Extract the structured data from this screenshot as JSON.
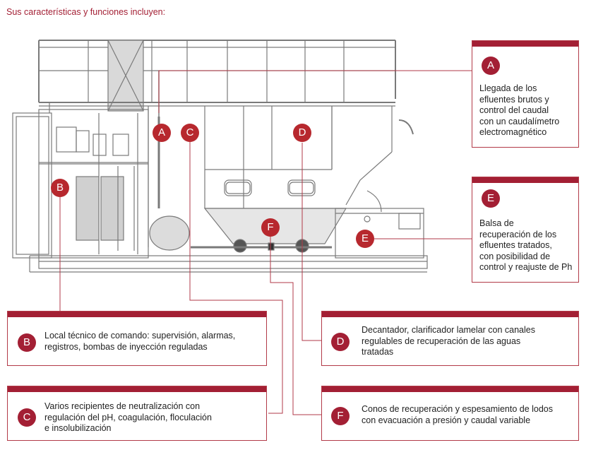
{
  "heading": "Sus características y funciones incluyen:",
  "colors": {
    "accent": "#a31f34",
    "line": "#b23a48",
    "machine": "#777777"
  },
  "markers": {
    "A": "A",
    "B": "B",
    "C": "C",
    "D": "D",
    "E": "E",
    "F": "F"
  },
  "callouts": {
    "A": {
      "letter": "A",
      "lines": [
        "Llegada de los",
        "efluentes brutos y",
        "control del caudal",
        "con un caudalímetro",
        "electromagnético"
      ]
    },
    "E": {
      "letter": "E",
      "lines": [
        "Balsa de",
        "recuperación de los",
        "efluentes tratados,",
        "con posibilidad de",
        "control y reajuste de Ph"
      ]
    },
    "B": {
      "letter": "B",
      "lines": [
        "Local técnico de comando: supervisión, alarmas,",
        "registros, bombas de inyección reguladas"
      ]
    },
    "D": {
      "letter": "D",
      "lines": [
        "Decantador, clarificador lamelar con canales",
        "regulables de recuperación de las aguas",
        "tratadas"
      ]
    },
    "C": {
      "letter": "C",
      "lines": [
        "Varios recipientes de neutralización con",
        "regulación del pH, coagulación, floculación",
        "e insolubilización"
      ]
    },
    "F": {
      "letter": "F",
      "lines": [
        "Conos de recuperación y espesamiento de lodos",
        "con evacuación a presión y caudal variable"
      ]
    }
  }
}
